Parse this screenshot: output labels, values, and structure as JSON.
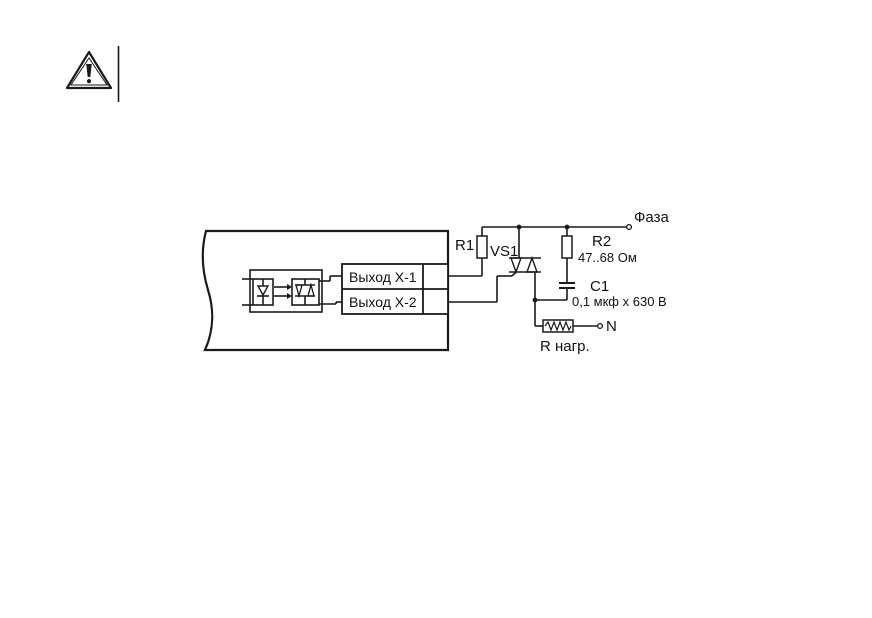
{
  "warning": {
    "icon": "warning-triangle-icon"
  },
  "diagram": {
    "outputs": [
      {
        "label": "Выход Х-1"
      },
      {
        "label": "Выход Х-2"
      }
    ],
    "labels": {
      "phase": "Фаза",
      "neutral": "N",
      "r1": "R1",
      "vs1": "VS1",
      "r2": "R2",
      "r2_value": "47..68 Ом",
      "c1": "C1",
      "c1_value": "0,1 мкф х 630 В",
      "load": "R нагр."
    }
  }
}
